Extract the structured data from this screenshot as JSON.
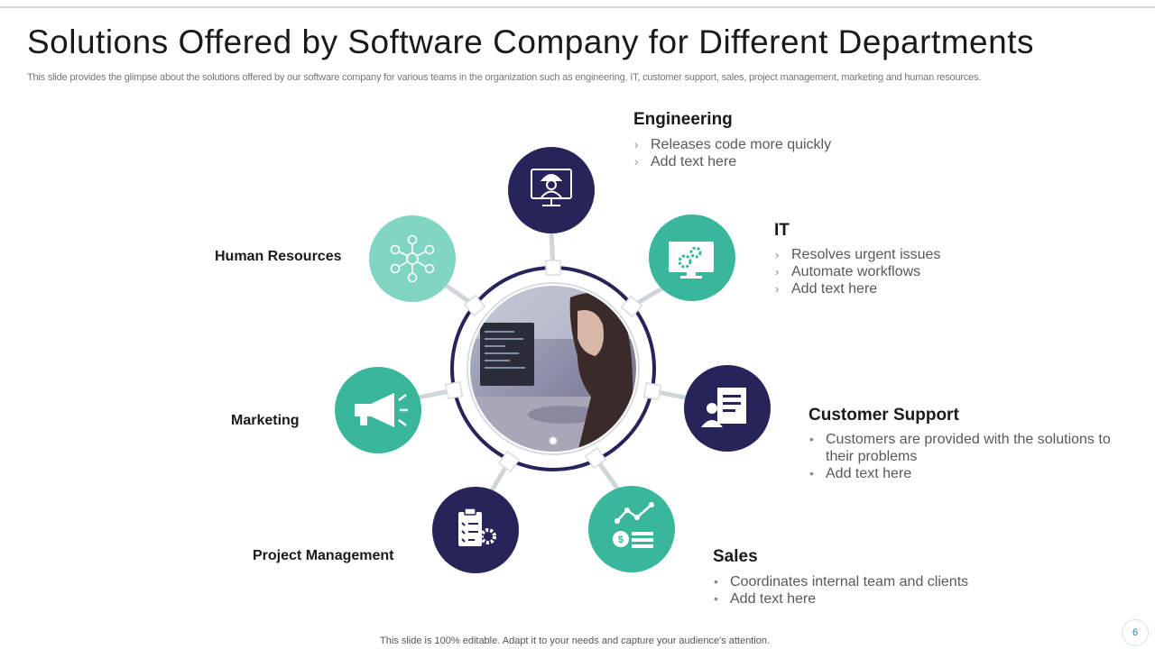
{
  "header": {
    "title": "Solutions Offered by Software Company for Different Departments",
    "subtitle": "This slide provides the glimpse about the solutions offered by our software company for various teams in the organization such as engineering, IT, customer support, sales, project management, marketing and human resources."
  },
  "colors": {
    "navy": "#262458",
    "teal": "#3ab79b",
    "mint": "#80d6c3",
    "ring": "#262458"
  },
  "departments": {
    "engineering": {
      "title": "Engineering",
      "bullets": [
        "Releases code more quickly",
        "Add text here"
      ],
      "icon": "engineer-monitor-icon"
    },
    "it": {
      "title": "IT",
      "bullets": [
        "Resolves urgent issues",
        "Automate workflows",
        "Add text here"
      ],
      "icon": "monitor-gears-icon"
    },
    "customer_support": {
      "title": "Customer Support",
      "bullets": [
        "Customers are provided with the solutions to their problems",
        "Add text here"
      ],
      "icon": "support-document-icon"
    },
    "sales": {
      "title": "Sales",
      "bullets": [
        "Coordinates internal team and clients",
        "Add text here"
      ],
      "icon": "sales-growth-icon"
    },
    "project_management": {
      "title": "Project Management",
      "icon": "clipboard-gear-icon"
    },
    "marketing": {
      "title": "Marketing",
      "icon": "megaphone-icon"
    },
    "human_resources": {
      "title": "Human Resources",
      "icon": "network-people-icon"
    }
  },
  "center_image": "photo-developer-at-computer",
  "footer": {
    "note": "This slide is 100% editable. Adapt it to your needs and capture your audience's attention.",
    "page_number": "6"
  }
}
